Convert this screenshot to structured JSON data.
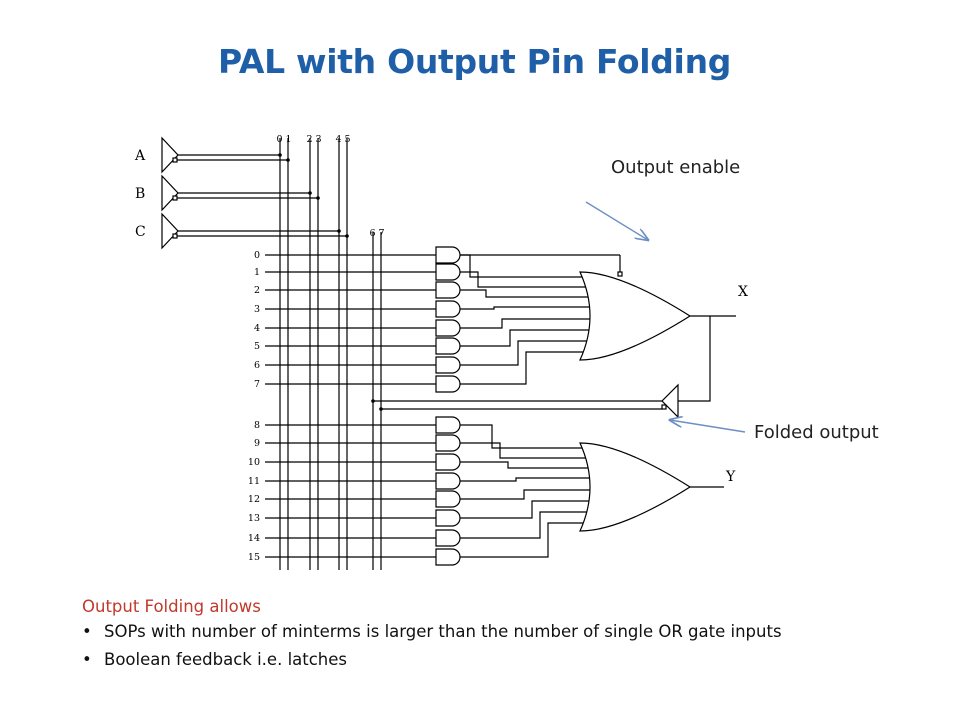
{
  "title": "PAL with Output Pin Folding",
  "callouts": {
    "output_enable": "Output enable",
    "folded_output": "Folded output"
  },
  "diagram": {
    "inputs": [
      "A",
      "B",
      "C"
    ],
    "column_labels": [
      "0 1",
      "2 3",
      "4 5",
      "6 7"
    ],
    "product_terms": [
      "0",
      "1",
      "2",
      "3",
      "4",
      "5",
      "6",
      "7",
      "8",
      "9",
      "10",
      "11",
      "12",
      "13",
      "14",
      "15"
    ],
    "outputs": [
      "X",
      "Y"
    ]
  },
  "notes": {
    "heading": "Output Folding allows",
    "bullets": [
      "SOPs with number of minterms  is larger than the number of single OR gate inputs",
      "Boolean feedback   i.e. latches"
    ]
  },
  "colors": {
    "title": "#1f5fa8",
    "notes_heading": "#c0392b",
    "arrow": "#6d8fc4"
  }
}
